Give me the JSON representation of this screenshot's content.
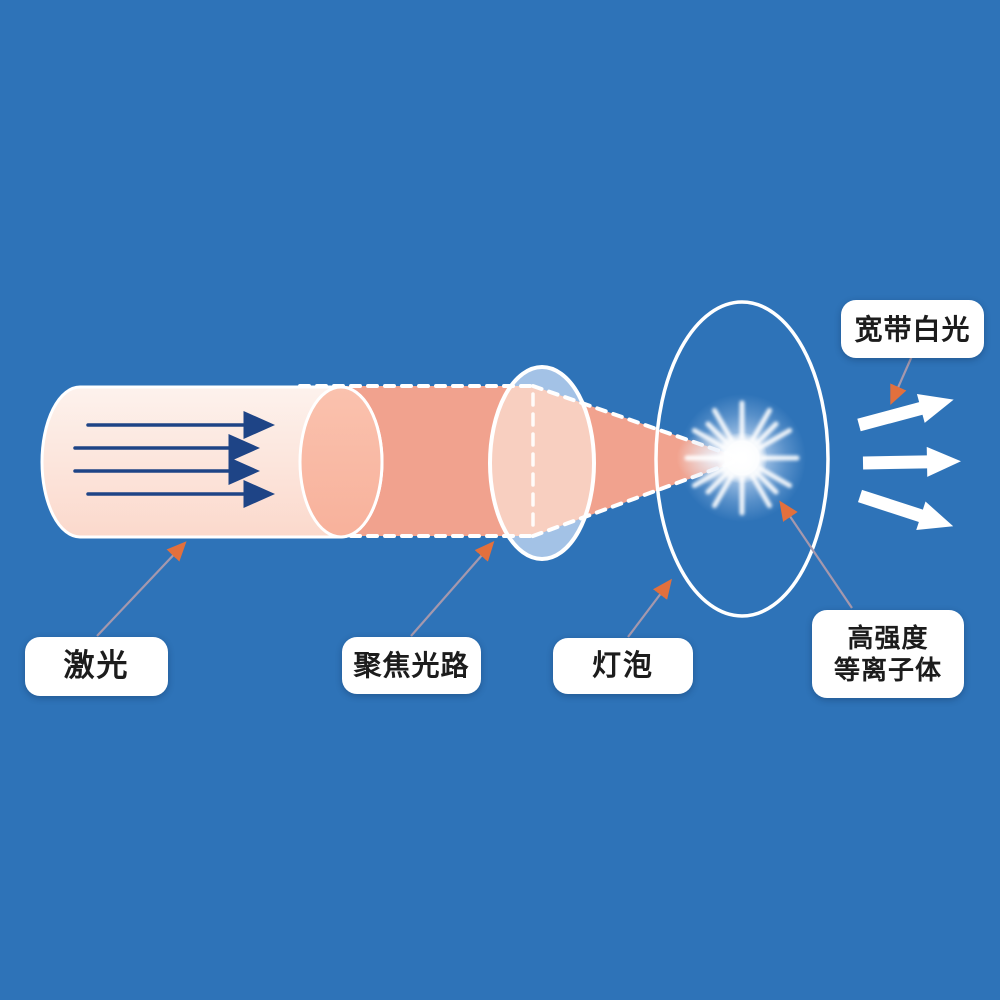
{
  "diagram_title": "laser-driven-plasma-light-source",
  "labels": {
    "laser": "激光",
    "focusing_path": "聚焦光路",
    "bulb": "灯泡",
    "plasma_line1": "高强度",
    "plasma_line2": "等离子体",
    "white_light": "宽带白光"
  },
  "colors": {
    "background": "#2e73b8",
    "beam_salmon": "#f1a28e",
    "beam_in_lens": "#f8cfc0",
    "cylinder_body_top": "#fdf1ec",
    "cylinder_body_bottom": "#fbd9cc",
    "cylinder_face": "#f9bba7",
    "lens_fill": "#a3c2e6",
    "outline_white": "#ffffff",
    "arrow_blue": "#1e4486",
    "connector_line": "#a598ad",
    "connector_head_orange": "#e2703d",
    "label_background": "#ffffff",
    "label_text": "#1c1c1c"
  },
  "icons": {
    "beam_direction_arrows": "four-right-arrows-icon",
    "output_arrows": "three-white-block-arrows-icon",
    "plasma_spark": "starburst-icon"
  }
}
